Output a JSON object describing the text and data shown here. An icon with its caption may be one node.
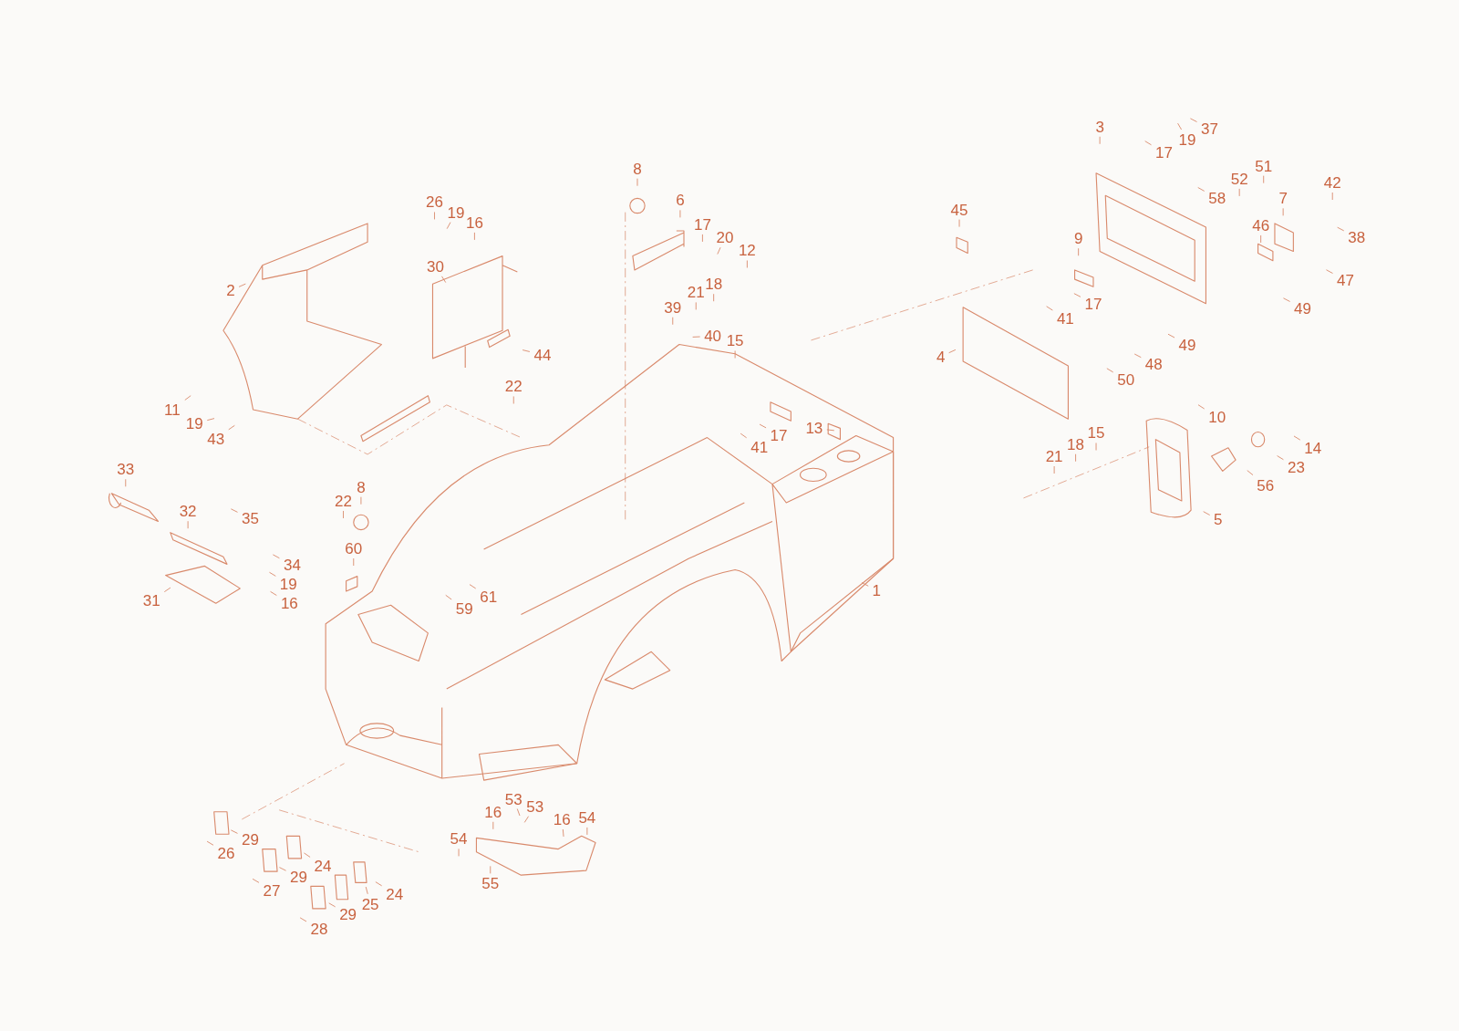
{
  "diagram": {
    "nodes": [
      {
        "text": [
          "1"
        ]
      },
      {
        "text": [
          "2"
        ]
      },
      {
        "text": [
          "3"
        ]
      },
      {
        "text": [
          "4"
        ]
      },
      {
        "text": [
          "5"
        ]
      },
      {
        "text": [
          "6"
        ]
      },
      {
        "text": [
          "7"
        ]
      },
      {
        "text": [
          "8"
        ]
      },
      {
        "text": [
          "8"
        ]
      },
      {
        "text": [
          "9"
        ]
      },
      {
        "text": [
          "10"
        ]
      },
      {
        "text": [
          "11"
        ]
      },
      {
        "text": [
          "12"
        ]
      },
      {
        "text": [
          "13"
        ]
      },
      {
        "text": [
          "14"
        ]
      },
      {
        "text": [
          "15"
        ]
      },
      {
        "text": [
          "15"
        ]
      },
      {
        "text": [
          "16"
        ]
      },
      {
        "text": [
          "16"
        ]
      },
      {
        "text": [
          "16"
        ]
      },
      {
        "text": [
          "16"
        ]
      },
      {
        "text": [
          "17"
        ]
      },
      {
        "text": [
          "17"
        ]
      },
      {
        "text": [
          "17"
        ]
      },
      {
        "text": [
          "17"
        ]
      },
      {
        "text": [
          "18"
        ]
      },
      {
        "text": [
          "18"
        ]
      },
      {
        "text": [
          "19"
        ]
      },
      {
        "text": [
          "19"
        ]
      },
      {
        "text": [
          "19"
        ]
      },
      {
        "text": [
          "19"
        ]
      },
      {
        "text": [
          "20"
        ]
      },
      {
        "text": [
          "21"
        ]
      },
      {
        "text": [
          "21"
        ]
      },
      {
        "text": [
          "22"
        ]
      },
      {
        "text": [
          "22"
        ]
      },
      {
        "text": [
          "23"
        ]
      },
      {
        "text": [
          "24"
        ]
      },
      {
        "text": [
          "24"
        ]
      },
      {
        "text": [
          "25"
        ]
      },
      {
        "text": [
          "26"
        ]
      },
      {
        "text": [
          "26"
        ]
      },
      {
        "text": [
          "27"
        ]
      },
      {
        "text": [
          "28"
        ]
      },
      {
        "text": [
          "29"
        ]
      },
      {
        "text": [
          "29"
        ]
      },
      {
        "text": [
          "29"
        ]
      },
      {
        "text": [
          "30"
        ]
      },
      {
        "text": [
          "31"
        ]
      },
      {
        "text": [
          "32"
        ]
      },
      {
        "text": [
          "33"
        ]
      },
      {
        "text": [
          "34"
        ]
      },
      {
        "text": [
          "35"
        ]
      },
      {
        "text": [
          "37"
        ]
      },
      {
        "text": [
          "38"
        ]
      },
      {
        "text": [
          "39"
        ]
      },
      {
        "text": [
          "40"
        ]
      },
      {
        "text": [
          "41"
        ]
      },
      {
        "text": [
          "41"
        ]
      },
      {
        "text": [
          "42"
        ]
      },
      {
        "text": [
          "43"
        ]
      },
      {
        "text": [
          "44"
        ]
      },
      {
        "text": [
          "45"
        ]
      },
      {
        "text": [
          "46"
        ]
      },
      {
        "text": [
          "47"
        ]
      },
      {
        "text": [
          "48"
        ]
      },
      {
        "text": [
          "49"
        ]
      },
      {
        "text": [
          "49"
        ]
      },
      {
        "text": [
          "50"
        ]
      },
      {
        "text": [
          "51"
        ]
      },
      {
        "text": [
          "52"
        ]
      },
      {
        "text": [
          "53"
        ]
      },
      {
        "text": [
          "53"
        ]
      },
      {
        "text": [
          "54"
        ]
      },
      {
        "text": [
          "54"
        ]
      },
      {
        "text": [
          "55"
        ]
      },
      {
        "text": [
          "56"
        ]
      },
      {
        "text": [
          "58"
        ]
      },
      {
        "text": [
          "59"
        ]
      },
      {
        "text": [
          "60"
        ]
      },
      {
        "text": [
          "61"
        ]
      }
    ],
    "edges": [
      {
        "from": 0,
        "to": null,
        "arrow": "none"
      },
      {
        "from": 1,
        "to": null,
        "arrow": "none"
      },
      {
        "from": 2,
        "to": null,
        "arrow": "none"
      },
      {
        "from": 3,
        "to": null,
        "arrow": "none"
      },
      {
        "from": 4,
        "to": null,
        "arrow": "none"
      },
      {
        "from": 5,
        "to": null,
        "arrow": "none"
      },
      {
        "from": 6,
        "to": null,
        "arrow": "none"
      },
      {
        "from": 7,
        "to": null,
        "arrow": "none"
      },
      {
        "from": 8,
        "to": null,
        "arrow": "none"
      },
      {
        "from": 9,
        "to": null,
        "arrow": "none"
      },
      {
        "from": 10,
        "to": null,
        "arrow": "none"
      },
      {
        "from": 11,
        "to": null,
        "arrow": "none"
      },
      {
        "from": 12,
        "to": null,
        "arrow": "none"
      },
      {
        "from": 13,
        "to": null,
        "arrow": "none"
      },
      {
        "from": 14,
        "to": null,
        "arrow": "none"
      },
      {
        "from": 15,
        "to": null,
        "arrow": "none"
      },
      {
        "from": 16,
        "to": null,
        "arrow": "none"
      },
      {
        "from": 17,
        "to": null,
        "arrow": "none"
      },
      {
        "from": 18,
        "to": null,
        "arrow": "none"
      },
      {
        "from": 19,
        "to": null,
        "arrow": "none"
      },
      {
        "from": 20,
        "to": null,
        "arrow": "none"
      },
      {
        "from": 21,
        "to": null,
        "arrow": "none"
      },
      {
        "from": 22,
        "to": null,
        "arrow": "none"
      },
      {
        "from": 23,
        "to": null,
        "arrow": "none"
      },
      {
        "from": 24,
        "to": null,
        "arrow": "none"
      },
      {
        "from": 25,
        "to": null,
        "arrow": "none"
      },
      {
        "from": 26,
        "to": null,
        "arrow": "none"
      },
      {
        "from": 27,
        "to": null,
        "arrow": "none"
      },
      {
        "from": 28,
        "to": null,
        "arrow": "none"
      },
      {
        "from": 29,
        "to": null,
        "arrow": "none"
      },
      {
        "from": 30,
        "to": null,
        "arrow": "none"
      },
      {
        "from": 31,
        "to": null,
        "arrow": "none"
      },
      {
        "from": 32,
        "to": null,
        "arrow": "none"
      },
      {
        "from": 33,
        "to": null,
        "arrow": "none"
      },
      {
        "from": 34,
        "to": null,
        "arrow": "none"
      },
      {
        "from": 35,
        "to": null,
        "arrow": "none"
      },
      {
        "from": 36,
        "to": null,
        "arrow": "none"
      },
      {
        "from": 37,
        "to": null,
        "arrow": "none"
      },
      {
        "from": 38,
        "to": null,
        "arrow": "none"
      },
      {
        "from": 39,
        "to": null,
        "arrow": "none"
      },
      {
        "from": 40,
        "to": null,
        "arrow": "none"
      },
      {
        "from": 41,
        "to": null,
        "arrow": "none"
      },
      {
        "from": 42,
        "to": null,
        "arrow": "none"
      },
      {
        "from": 43,
        "to": null,
        "arrow": "none"
      },
      {
        "from": 44,
        "to": null,
        "arrow": "none"
      },
      {
        "from": 45,
        "to": null,
        "arrow": "none"
      },
      {
        "from": 46,
        "to": null,
        "arrow": "none"
      },
      {
        "from": 47,
        "to": null,
        "arrow": "none"
      },
      {
        "from": 48,
        "to": null,
        "arrow": "none"
      },
      {
        "from": 49,
        "to": null,
        "arrow": "none"
      },
      {
        "from": 50,
        "to": null,
        "arrow": "none"
      },
      {
        "from": 51,
        "to": null,
        "arrow": "none"
      },
      {
        "from": 52,
        "to": null,
        "arrow": "none"
      },
      {
        "from": 53,
        "to": null,
        "arrow": "none"
      },
      {
        "from": 54,
        "to": null,
        "arrow": "none"
      },
      {
        "from": 55,
        "to": null,
        "arrow": "none"
      },
      {
        "from": 56,
        "to": null,
        "arrow": "none"
      },
      {
        "from": 57,
        "to": null,
        "arrow": "none"
      },
      {
        "from": 58,
        "to": null,
        "arrow": "none"
      },
      {
        "from": 59,
        "to": null,
        "arrow": "none"
      },
      {
        "from": 60,
        "to": null,
        "arrow": "none"
      },
      {
        "from": 61,
        "to": null,
        "arrow": "none"
      },
      {
        "from": 62,
        "to": null,
        "arrow": "none"
      },
      {
        "from": 63,
        "to": null,
        "arrow": "none"
      },
      {
        "from": 64,
        "to": null,
        "arrow": "none"
      },
      {
        "from": 65,
        "to": null,
        "arrow": "none"
      },
      {
        "from": 66,
        "to": null,
        "arrow": "none"
      },
      {
        "from": 67,
        "to": null,
        "arrow": "none"
      },
      {
        "from": 68,
        "to": null,
        "arrow": "none"
      },
      {
        "from": 69,
        "to": null,
        "arrow": "none"
      },
      {
        "from": 70,
        "to": null,
        "arrow": "none"
      },
      {
        "from": 71,
        "to": null,
        "arrow": "none"
      },
      {
        "from": 72,
        "to": null,
        "arrow": "none"
      },
      {
        "from": 73,
        "to": null,
        "arrow": "none"
      },
      {
        "from": 74,
        "to": null,
        "arrow": "none"
      },
      {
        "from": 75,
        "to": null,
        "arrow": "none"
      },
      {
        "from": 76,
        "to": null,
        "arrow": "none"
      },
      {
        "from": 77,
        "to": null,
        "arrow": "none"
      },
      {
        "from": 78,
        "to": null,
        "arrow": "none"
      },
      {
        "from": 79,
        "to": null,
        "arrow": "none"
      },
      {
        "from": 80,
        "to": null,
        "arrow": "none"
      }
    ]
  }
}
